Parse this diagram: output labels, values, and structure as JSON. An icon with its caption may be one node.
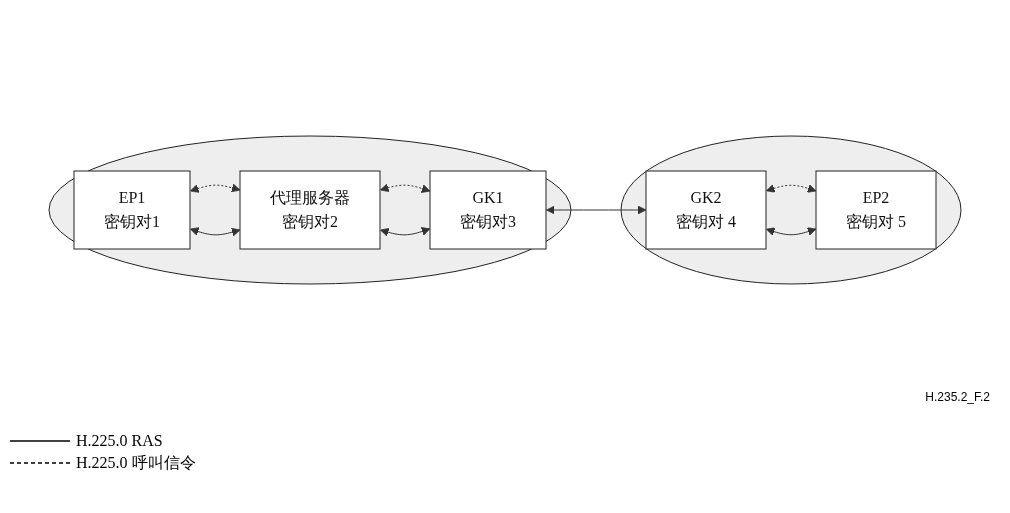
{
  "diagram": {
    "nodes": [
      {
        "text": [],
        "shape": "ellipse"
      },
      {
        "text": [
          "GK1",
          "密钥对3"
        ],
        "in": 0
      },
      {
        "text": [
          "代理服务器",
          "密钥对2"
        ],
        "in": 0
      },
      {
        "text": [
          "EP1",
          "密钥对1"
        ],
        "in": 0
      },
      {
        "text": [],
        "shape": "ellipse"
      },
      {
        "text": [
          "GK2",
          "密钥对 4"
        ],
        "in": 4
      },
      {
        "text": [
          "EP2",
          "密钥对 5"
        ],
        "in": 4
      }
    ],
    "edges": [
      {
        "from": 3,
        "to": 2,
        "arrow": "both",
        "style": "dashed"
      },
      {
        "from": 3,
        "to": 2,
        "arrow": "both"
      },
      {
        "from": 2,
        "to": 1,
        "arrow": "both",
        "style": "dashed"
      },
      {
        "from": 2,
        "to": 1,
        "arrow": "both"
      },
      {
        "from": 1,
        "to": 5,
        "arrow": "both"
      },
      {
        "from": 5,
        "to": 6,
        "arrow": "both",
        "style": "dashed"
      },
      {
        "from": 5,
        "to": 6,
        "arrow": "both"
      }
    ],
    "labels": [
      "H.235.2_F.2"
    ],
    "legend": [
      {
        "text": "H.225.0 RAS"
      },
      {
        "text": "H.225.0 呼叫信令"
      }
    ]
  }
}
